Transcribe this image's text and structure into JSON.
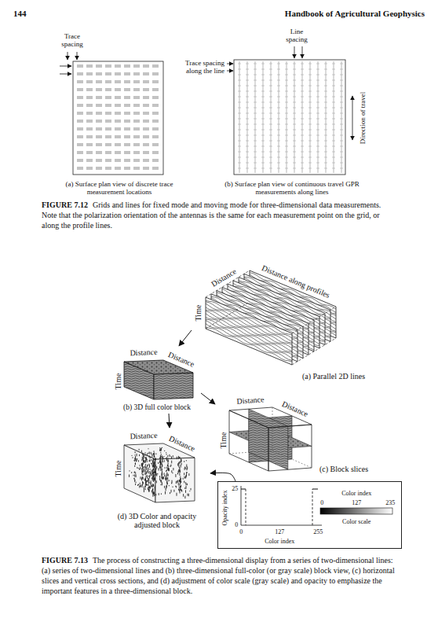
{
  "diagram": {
    "nodes": [
      {
        "text": [
          "Distance",
          "Distance along profiles",
          "Time",
          "(a) Parallel 2D lines"
        ]
      },
      {
        "text": [
          "Distance",
          "Distance",
          "Time",
          "(b) 3D full color block"
        ]
      },
      {
        "text": [
          "Distance",
          "Distance",
          "Time",
          "(c) Block slices"
        ]
      },
      {
        "text": [
          "Distance",
          "Distance",
          "Time",
          "(d) 3D Color and opacity adjusted block"
        ]
      },
      {
        "text": [
          "Opacity index",
          "25",
          "0",
          "0",
          "127",
          "255",
          "Color index",
          "Color index",
          "0",
          "127",
          "235",
          "Color scale"
        ]
      }
    ],
    "edges": [
      {
        "from": 0,
        "to": 1,
        "arrow": "to"
      },
      {
        "from": 1,
        "to": 2,
        "arrow": "to"
      },
      {
        "from": 1,
        "to": 3,
        "arrow": "to"
      },
      {
        "from": 4,
        "to": 3,
        "arrow": "to"
      }
    ],
    "labels": [
      "144",
      "Handbook of Agricultural Geophysics",
      "Trace spacing",
      "Line spacing",
      "Trace spacing along the line",
      "Direction of travel",
      "(a) Surface plan view of discrete trace measurement locations",
      "(b) Surface plan view of continuous travel GPR measurements along lines",
      "FIGURE 7.12",
      "Grids and lines for fixed mode and moving mode for three-dimensional data measurements. Note that the polarization orientation of the antennas is the same for each measurement point on the grid, or along the profile lines.",
      "FIGURE 7.13",
      "The process of constructing a three-dimensional display from a series of two-dimensional lines: (a) series of two-dimensional lines and (b) three-dimensional full-color (or gray scale) block view, (c) horizontal slices and vertical cross sections, and (d) adjustment of color scale (gray scale) and opacity to emphasize the important features in a three-dimensional block."
    ]
  }
}
